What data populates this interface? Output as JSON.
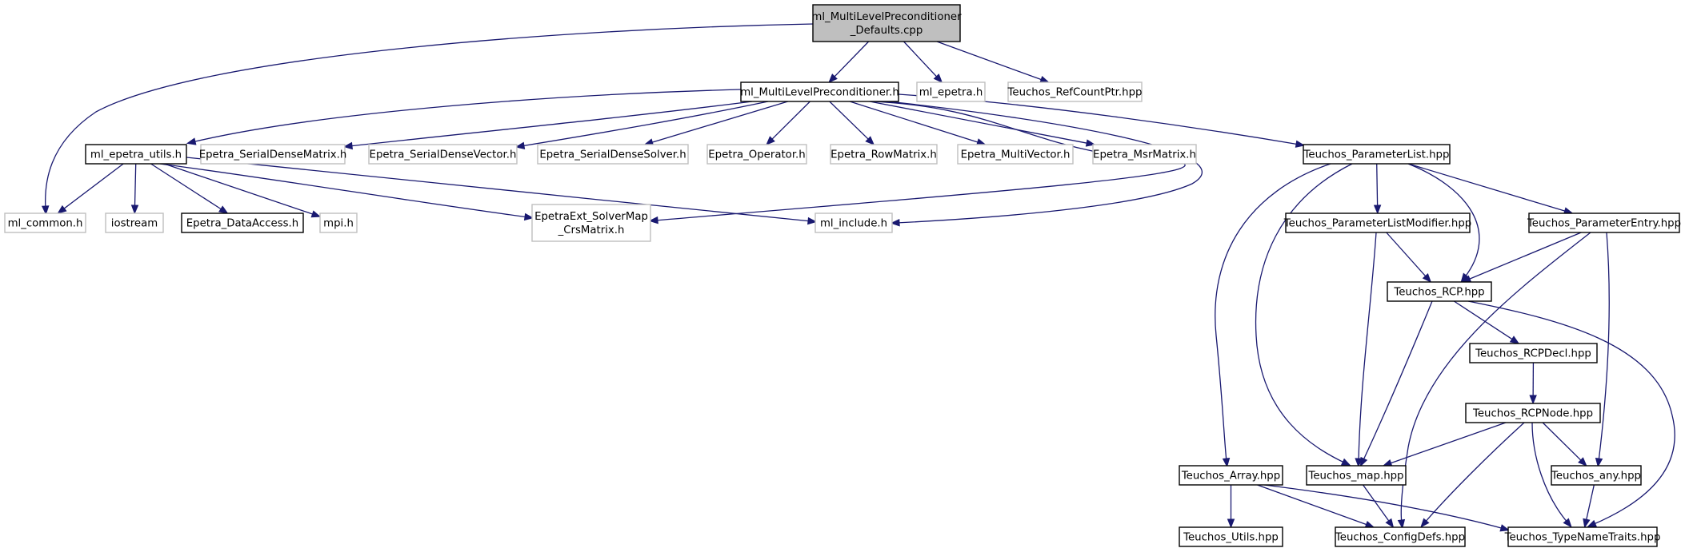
{
  "nodes": [
    {
      "id": "root",
      "lines": [
        "ml_MultiLevelPreconditioner",
        "_Defaults.cpp"
      ],
      "style": "root"
    },
    {
      "id": "mlp",
      "lines": [
        "ml_MultiLevelPreconditioner.h"
      ],
      "style": "solid"
    },
    {
      "id": "mlepetra",
      "lines": [
        "ml_epetra.h"
      ],
      "style": "gray"
    },
    {
      "id": "rcptr",
      "lines": [
        "Teuchos_RefCountPtr.hpp"
      ],
      "style": "gray"
    },
    {
      "id": "mleu",
      "lines": [
        "ml_epetra_utils.h"
      ],
      "style": "solid"
    },
    {
      "id": "sdm",
      "lines": [
        "Epetra_SerialDenseMatrix.h"
      ],
      "style": "gray"
    },
    {
      "id": "sdv",
      "lines": [
        "Epetra_SerialDenseVector.h"
      ],
      "style": "gray"
    },
    {
      "id": "sds",
      "lines": [
        "Epetra_SerialDenseSolver.h"
      ],
      "style": "gray"
    },
    {
      "id": "op",
      "lines": [
        "Epetra_Operator.h"
      ],
      "style": "gray"
    },
    {
      "id": "rowm",
      "lines": [
        "Epetra_RowMatrix.h"
      ],
      "style": "gray"
    },
    {
      "id": "mv",
      "lines": [
        "Epetra_MultiVector.h"
      ],
      "style": "gray"
    },
    {
      "id": "msr",
      "lines": [
        "Epetra_MsrMatrix.h"
      ],
      "style": "gray"
    },
    {
      "id": "tpl",
      "lines": [
        "Teuchos_ParameterList.hpp"
      ],
      "style": "solid"
    },
    {
      "id": "mlcommon",
      "lines": [
        "ml_common.h"
      ],
      "style": "gray"
    },
    {
      "id": "iostream",
      "lines": [
        "iostream"
      ],
      "style": "gray"
    },
    {
      "id": "eda",
      "lines": [
        "Epetra_DataAccess.h"
      ],
      "style": "solid"
    },
    {
      "id": "mpi",
      "lines": [
        "mpi.h"
      ],
      "style": "gray"
    },
    {
      "id": "esm",
      "lines": [
        "EpetraExt_SolverMap",
        "_CrsMatrix.h"
      ],
      "style": "gray"
    },
    {
      "id": "mlinclude",
      "lines": [
        "ml_include.h"
      ],
      "style": "gray"
    },
    {
      "id": "tplm",
      "lines": [
        "Teuchos_ParameterListModifier.hpp"
      ],
      "style": "solid"
    },
    {
      "id": "tpe",
      "lines": [
        "Teuchos_ParameterEntry.hpp"
      ],
      "style": "solid"
    },
    {
      "id": "rcp",
      "lines": [
        "Teuchos_RCP.hpp"
      ],
      "style": "solid"
    },
    {
      "id": "rcpdecl",
      "lines": [
        "Teuchos_RCPDecl.hpp"
      ],
      "style": "solid"
    },
    {
      "id": "rcpnode",
      "lines": [
        "Teuchos_RCPNode.hpp"
      ],
      "style": "solid"
    },
    {
      "id": "array",
      "lines": [
        "Teuchos_Array.hpp"
      ],
      "style": "solid"
    },
    {
      "id": "map",
      "lines": [
        "Teuchos_map.hpp"
      ],
      "style": "solid"
    },
    {
      "id": "any",
      "lines": [
        "Teuchos_any.hpp"
      ],
      "style": "solid"
    },
    {
      "id": "utils",
      "lines": [
        "Teuchos_Utils.hpp"
      ],
      "style": "solid"
    },
    {
      "id": "cfg",
      "lines": [
        "Teuchos_ConfigDefs.hpp"
      ],
      "style": "solid"
    },
    {
      "id": "tnt",
      "lines": [
        "Teuchos_TypeNameTraits.hpp"
      ],
      "style": "solid"
    }
  ],
  "edges": [
    {
      "from": "root",
      "to": "mlcommon"
    },
    {
      "from": "root",
      "to": "mlp"
    },
    {
      "from": "root",
      "to": "mlepetra"
    },
    {
      "from": "root",
      "to": "rcptr"
    },
    {
      "from": "mlp",
      "to": "mleu"
    },
    {
      "from": "mlp",
      "to": "sdm"
    },
    {
      "from": "mlp",
      "to": "sdv"
    },
    {
      "from": "mlp",
      "to": "sds"
    },
    {
      "from": "mlp",
      "to": "op"
    },
    {
      "from": "mlp",
      "to": "rowm"
    },
    {
      "from": "mlp",
      "to": "mv"
    },
    {
      "from": "mlp",
      "to": "msr"
    },
    {
      "from": "mlp",
      "to": "tpl"
    },
    {
      "from": "mlp",
      "to": "esm"
    },
    {
      "from": "mlp",
      "to": "mlinclude"
    },
    {
      "from": "mleu",
      "to": "mlcommon"
    },
    {
      "from": "mleu",
      "to": "iostream"
    },
    {
      "from": "mleu",
      "to": "eda"
    },
    {
      "from": "mleu",
      "to": "mpi"
    },
    {
      "from": "mleu",
      "to": "esm"
    },
    {
      "from": "mleu",
      "to": "mlinclude"
    },
    {
      "from": "tpl",
      "to": "array"
    },
    {
      "from": "tpl",
      "to": "map"
    },
    {
      "from": "tpl",
      "to": "tplm"
    },
    {
      "from": "tpl",
      "to": "rcp"
    },
    {
      "from": "tpl",
      "to": "tpe"
    },
    {
      "from": "tplm",
      "to": "rcp"
    },
    {
      "from": "tplm",
      "to": "map"
    },
    {
      "from": "tpe",
      "to": "rcp"
    },
    {
      "from": "tpe",
      "to": "cfg"
    },
    {
      "from": "tpe",
      "to": "any"
    },
    {
      "from": "rcp",
      "to": "rcpdecl"
    },
    {
      "from": "rcp",
      "to": "map"
    },
    {
      "from": "rcp",
      "to": "tnt"
    },
    {
      "from": "rcpdecl",
      "to": "rcpnode"
    },
    {
      "from": "rcpnode",
      "to": "map"
    },
    {
      "from": "rcpnode",
      "to": "any"
    },
    {
      "from": "rcpnode",
      "to": "cfg"
    },
    {
      "from": "rcpnode",
      "to": "tnt"
    },
    {
      "from": "array",
      "to": "utils"
    },
    {
      "from": "array",
      "to": "cfg"
    },
    {
      "from": "array",
      "to": "tnt"
    },
    {
      "from": "map",
      "to": "cfg"
    },
    {
      "from": "any",
      "to": "tnt"
    }
  ],
  "colors": {
    "edge": "#191970",
    "root_fill": "#bfbfbf",
    "solid_stroke": "#000000",
    "gray_stroke": "#bfbfbf"
  }
}
